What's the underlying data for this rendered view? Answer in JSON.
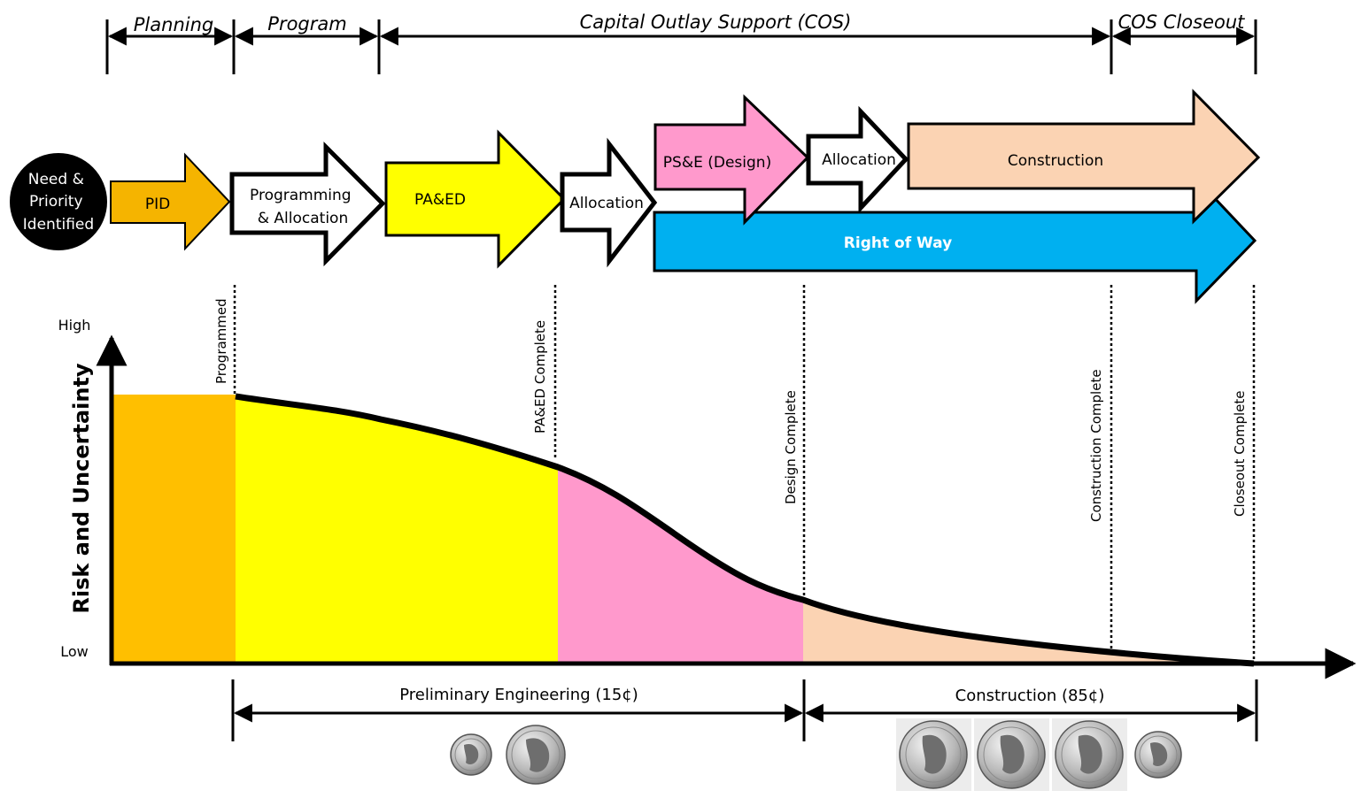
{
  "phases": {
    "planning": "Planning",
    "program": "Program",
    "cos": "Capital Outlay Support (COS)",
    "closeout": "COS Closeout"
  },
  "start_node": [
    "Need &",
    "Priority",
    "Identified"
  ],
  "steps": {
    "pid": "PID",
    "programming": [
      "Programming",
      "& Allocation"
    ],
    "paed": "PA&ED",
    "allocation1": "Allocation",
    "pse": "PS&E (Design)",
    "allocation2": "Allocation",
    "construction": "Construction",
    "row": "Right of Way"
  },
  "milestones": {
    "programmed": "Programmed",
    "paed_complete": "PA&ED Complete",
    "design_complete": "Design Complete",
    "construction_complete": "Construction Complete",
    "closeout_complete": "Closeout Complete"
  },
  "axis": {
    "y_title": "Risk and Uncertainty",
    "high": "High",
    "low": "Low"
  },
  "costs": {
    "pe": "Preliminary Engineering (15¢)",
    "construction": "Construction (85¢)"
  },
  "coins": {
    "pe": [
      "dime",
      "nickel"
    ],
    "construction": [
      "quarter",
      "quarter",
      "quarter",
      "dime"
    ]
  },
  "colors": {
    "pid": "#f5b400",
    "yellow": "#ffff00",
    "pink": "#ff99cc",
    "construction": "#fbd3b3",
    "row": "#00b0f0",
    "orange_area": "#ffbf00",
    "start_node": "#000000"
  }
}
